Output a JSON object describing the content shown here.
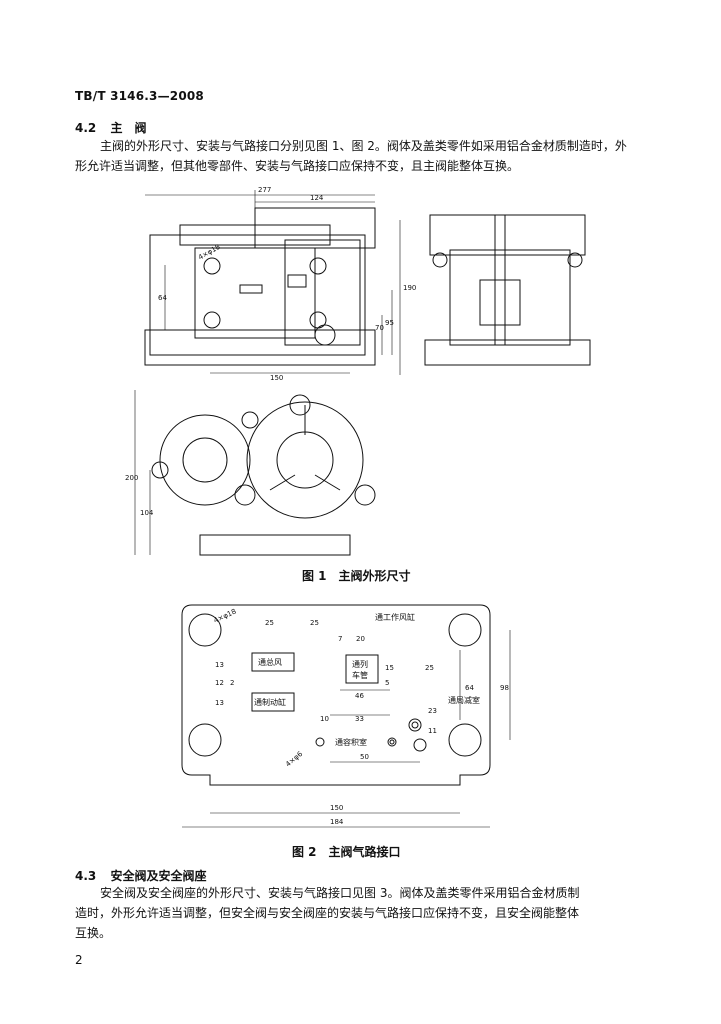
{
  "header": {
    "doc_id": "TB/T 3146.3—2008"
  },
  "section_42": {
    "number": "4.2",
    "title": "主　阀",
    "para_line1": "主阀的外形尺寸、安装与气路接口分别见图 1、图 2。阀体及盖类零件如采用铝合金材质制造时，外",
    "para_line2": "形允许适当调整，但其他零部件、安装与气路接口应保持不变，且主阀能整体互换。"
  },
  "figure1": {
    "caption": "图 1　主阀外形尺寸",
    "dims": {
      "d277": "277",
      "d124": "124",
      "d4x18": "4×φ18",
      "d64": "64",
      "d190": "190",
      "d70": "70",
      "d95": "95",
      "d150": "150",
      "d200": "200",
      "d104": "104"
    }
  },
  "figure2": {
    "caption": "图 2　主阀气路接口",
    "labels": {
      "work_cyl": "通工作风缸",
      "main_air": "通总风",
      "train_pipe_a": "通列",
      "train_pipe_b": "车管",
      "brake_cyl": "通制动缸",
      "reduction_chamber": "通局减室",
      "volume_chamber": "通容积室"
    },
    "dims": {
      "d4x18": "4×φ18",
      "d25a": "25",
      "d25b": "25",
      "d7": "7",
      "d20": "20",
      "d13a": "13",
      "d12": "12",
      "d2": "2",
      "d13b": "13",
      "d15": "15",
      "d5": "5",
      "d25c": "25",
      "d46": "46",
      "d64": "64",
      "d98": "98",
      "d10": "10",
      "d33": "33",
      "d23": "23",
      "d11": "11",
      "d4x6": "4×φ6",
      "d50": "50",
      "d150": "150",
      "d184": "184"
    }
  },
  "section_43": {
    "number": "4.3",
    "title": "安全阀及安全阀座",
    "para_line1": "安全阀及安全阀座的外形尺寸、安装与气路接口见图 3。阀体及盖类零件采用铝合金材质制",
    "para_line2": "造时，外形允许适当调整，但安全阀与安全阀座的安装与气路接口应保持不变，且安全阀能整体",
    "para_line3": "互换。"
  },
  "page_number": "2"
}
